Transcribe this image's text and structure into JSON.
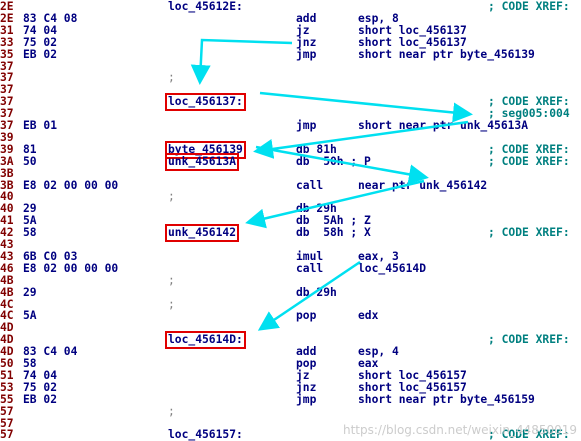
{
  "lines": [
    {
      "addr": "2E",
      "bytes": "",
      "label": "loc_45612E:",
      "mnem": "",
      "ops": "",
      "comment": "",
      "xref": "; CODE XREF:"
    },
    {
      "addr": "2E",
      "bytes": "83 C4 08",
      "label": "",
      "mnem": "add",
      "ops": "esp, 8",
      "comment": "",
      "xref": ""
    },
    {
      "addr": "31",
      "bytes": "74 04",
      "label": "",
      "mnem": "jz",
      "ops": "short loc_456137",
      "comment": "",
      "xref": ""
    },
    {
      "addr": "33",
      "bytes": "75 02",
      "label": "",
      "mnem": "jnz",
      "ops": "short loc_456137",
      "comment": "",
      "xref": ""
    },
    {
      "addr": "35",
      "bytes": "EB 02",
      "label": "",
      "mnem": "jmp",
      "ops": "short near ptr byte_456139",
      "comment": "",
      "xref": ""
    },
    {
      "addr": "37",
      "bytes": "",
      "label": "",
      "mnem": "",
      "ops": "",
      "comment": "",
      "xref": ""
    },
    {
      "addr": "37",
      "bytes": "",
      "label": ";",
      "mnem": "",
      "ops": "",
      "comment": "",
      "xref": ""
    },
    {
      "addr": "37",
      "bytes": "",
      "label": "",
      "mnem": "",
      "ops": "",
      "comment": "",
      "xref": ""
    },
    {
      "addr": "37",
      "bytes": "",
      "label": "loc_456137:",
      "mnem": "",
      "ops": "",
      "comment": "",
      "xref": "; CODE XREF:"
    },
    {
      "addr": "37",
      "bytes": "",
      "label": "",
      "mnem": "",
      "ops": "",
      "comment": "",
      "xref": "; seg005:004"
    },
    {
      "addr": "37",
      "bytes": "EB 01",
      "label": "",
      "mnem": "jmp",
      "ops": "short near ptr unk_45613A",
      "comment": "",
      "xref": ""
    },
    {
      "addr": "39",
      "bytes": "",
      "label": "",
      "mnem": "",
      "ops": "",
      "comment": "",
      "xref": ""
    },
    {
      "addr": "39",
      "bytes": "81",
      "label": "byte_456139",
      "mnem": "db 81h",
      "ops": "",
      "comment": "",
      "xref": "; CODE XREF:"
    },
    {
      "addr": "3A",
      "bytes": "50",
      "label": "unk_45613A",
      "mnem": "db  50h ; P",
      "ops": "",
      "comment": "",
      "xref": "; CODE XREF:"
    },
    {
      "addr": "3B",
      "bytes": "",
      "label": "",
      "mnem": "",
      "ops": "",
      "comment": "",
      "xref": ""
    },
    {
      "addr": "3B",
      "bytes": "E8 02 00 00 00",
      "label": "",
      "mnem": "call",
      "ops": "near ptr unk_456142",
      "comment": "",
      "xref": ""
    },
    {
      "addr": "40",
      "bytes": "",
      "label": ";",
      "mnem": "",
      "ops": "",
      "comment": "",
      "xref": ""
    },
    {
      "addr": "40",
      "bytes": "29",
      "label": "",
      "mnem": "db 29h",
      "ops": "",
      "comment": "",
      "xref": ""
    },
    {
      "addr": "41",
      "bytes": "5A",
      "label": "",
      "mnem": "db  5Ah ; Z",
      "ops": "",
      "comment": "",
      "xref": ""
    },
    {
      "addr": "42",
      "bytes": "58",
      "label": "unk_456142",
      "mnem": "db  58h ; X",
      "ops": "",
      "comment": "",
      "xref": "; CODE XREF:"
    },
    {
      "addr": "43",
      "bytes": "",
      "label": "",
      "mnem": "",
      "ops": "",
      "comment": "",
      "xref": ""
    },
    {
      "addr": "43",
      "bytes": "6B C0 03",
      "label": "",
      "mnem": "imul",
      "ops": "eax, 3",
      "comment": "",
      "xref": ""
    },
    {
      "addr": "46",
      "bytes": "E8 02 00 00 00",
      "label": "",
      "mnem": "call",
      "ops": "loc_45614D",
      "comment": "",
      "xref": ""
    },
    {
      "addr": "4B",
      "bytes": "",
      "label": ";",
      "mnem": "",
      "ops": "",
      "comment": "",
      "xref": ""
    },
    {
      "addr": "4B",
      "bytes": "29",
      "label": "",
      "mnem": "db 29h",
      "ops": "",
      "comment": "",
      "xref": ""
    },
    {
      "addr": "4C",
      "bytes": "",
      "label": ";",
      "mnem": "",
      "ops": "",
      "comment": "",
      "xref": ""
    },
    {
      "addr": "4C",
      "bytes": "5A",
      "label": "",
      "mnem": "pop",
      "ops": "edx",
      "comment": "",
      "xref": ""
    },
    {
      "addr": "4D",
      "bytes": "",
      "label": "",
      "mnem": "",
      "ops": "",
      "comment": "",
      "xref": ""
    },
    {
      "addr": "4D",
      "bytes": "",
      "label": "loc_45614D:",
      "mnem": "",
      "ops": "",
      "comment": "",
      "xref": "; CODE XREF:"
    },
    {
      "addr": "4D",
      "bytes": "83 C4 04",
      "label": "",
      "mnem": "add",
      "ops": "esp, 4",
      "comment": "",
      "xref": ""
    },
    {
      "addr": "50",
      "bytes": "58",
      "label": "",
      "mnem": "pop",
      "ops": "eax",
      "comment": "",
      "xref": ""
    },
    {
      "addr": "51",
      "bytes": "74 04",
      "label": "",
      "mnem": "jz",
      "ops": "short loc_456157",
      "comment": "",
      "xref": ""
    },
    {
      "addr": "53",
      "bytes": "75 02",
      "label": "",
      "mnem": "jnz",
      "ops": "short loc_456157",
      "comment": "",
      "xref": ""
    },
    {
      "addr": "55",
      "bytes": "EB 02",
      "label": "",
      "mnem": "jmp",
      "ops": "short near ptr byte_456159",
      "comment": "",
      "xref": ""
    },
    {
      "addr": "57",
      "bytes": "",
      "label": ";",
      "mnem": "",
      "ops": "",
      "comment": "",
      "xref": ""
    },
    {
      "addr": "57",
      "bytes": "",
      "label": "",
      "mnem": "",
      "ops": "",
      "comment": "",
      "xref": ""
    },
    {
      "addr": "57",
      "bytes": "",
      "label": "loc_456157:",
      "mnem": "",
      "ops": "",
      "comment": "",
      "xref": "; CODE XREF:"
    }
  ],
  "watermark": "https://blog.csdn.net/weixin_44850019",
  "colors": {
    "address": "#800000",
    "code": "#000080",
    "xref": "#008080",
    "highlight": "#e00000",
    "arrow": "#00e0f0"
  }
}
